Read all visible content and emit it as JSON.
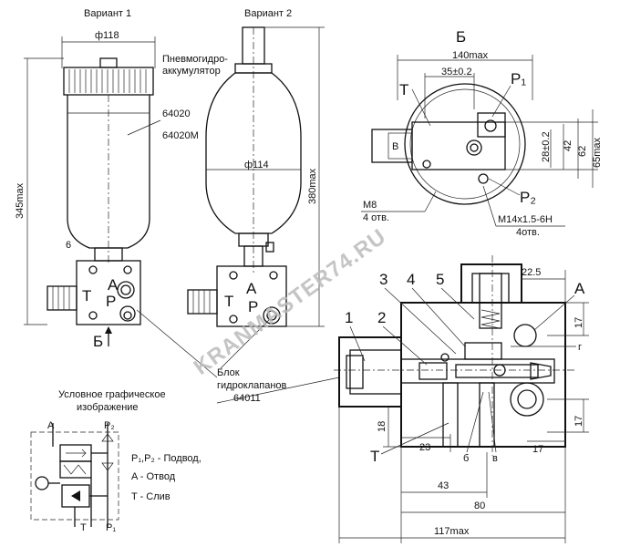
{
  "variant1": {
    "title": "Вариант 1",
    "dia": "ф118",
    "code1": "64020",
    "code2": "64020M",
    "height": "345max",
    "n6": "6",
    "view": "Б"
  },
  "variant2": {
    "title": "Вариант 2",
    "dia": "ф114",
    "height": "380max"
  },
  "accumulator_label": {
    "line1": "Пневмогидро-",
    "line2": "аккумулятор"
  },
  "ports": {
    "A": "A",
    "T": "T",
    "P": "P"
  },
  "valve_block": {
    "line1": "Блок",
    "line2": "гидроклапанов",
    "code": "64011"
  },
  "symbol": {
    "title1": "Условное графическое",
    "title2": "изображение",
    "A": "A",
    "P2": "P₂",
    "T": "T",
    "P1": "P₁",
    "legend1": "P₁,P₂ - Подвод,",
    "legend2": "A - Отвод",
    "legend3": "T - Слив"
  },
  "view_b": {
    "title": "Б",
    "dims": [
      "140max",
      "35±0.2",
      "28±0.2",
      "42",
      "62",
      "65max"
    ],
    "T": "T",
    "P1": "P₁",
    "P2": "P₂",
    "B": "B",
    "m8": "M8",
    "m8b": "4 отв.",
    "m14": "M14x1.5-6H",
    "m14b": "4отв."
  },
  "section": {
    "nums": [
      "3",
      "4",
      "5",
      "1",
      "2"
    ],
    "A": "A",
    "T": "T",
    "g": "г",
    "b": "б",
    "v": "в",
    "dims": [
      "22.5",
      "17",
      "17",
      "18",
      "23",
      "17",
      "43",
      "80",
      "117max"
    ]
  },
  "watermark": "KRANMASTER74.RU"
}
